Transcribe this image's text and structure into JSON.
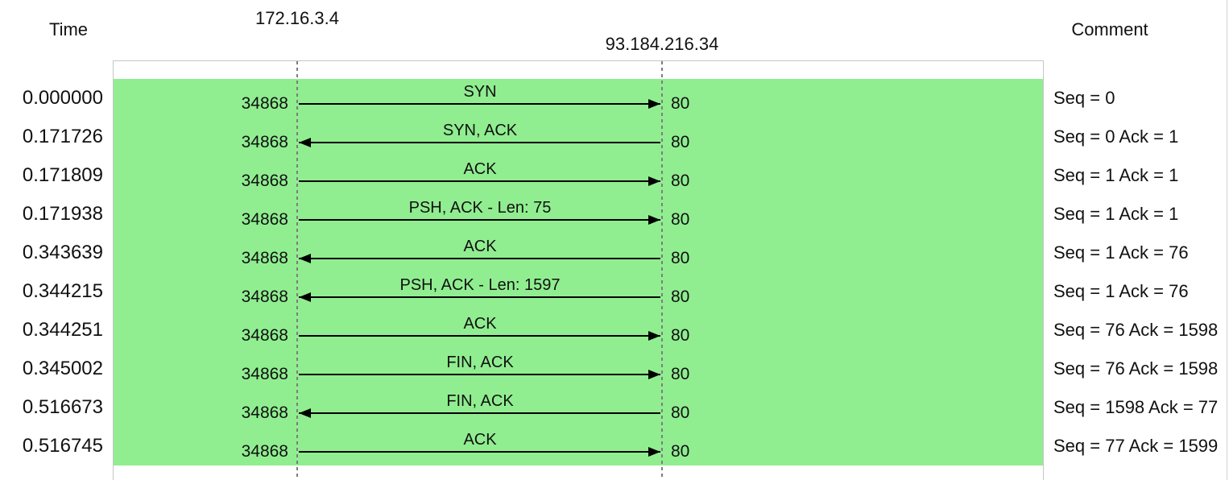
{
  "headers": {
    "time": "Time",
    "node_left_address": "172.16.3.4",
    "node_right_address": "93.184.216.34",
    "comment": "Comment"
  },
  "colors": {
    "flow_bg": "#90ee90",
    "border": "#c6c6c6",
    "dashed_line": "#7d7d7d",
    "arrow": "#000000",
    "text": "#111111"
  },
  "flows": [
    {
      "time": "0.000000",
      "port_left": "34868",
      "label": "SYN",
      "direction": "right",
      "port_right": "80",
      "comment": "Seq = 0"
    },
    {
      "time": "0.171726",
      "port_left": "34868",
      "label": "SYN, ACK",
      "direction": "left",
      "port_right": "80",
      "comment": "Seq = 0 Ack = 1"
    },
    {
      "time": "0.171809",
      "port_left": "34868",
      "label": "ACK",
      "direction": "right",
      "port_right": "80",
      "comment": "Seq = 1 Ack = 1"
    },
    {
      "time": "0.171938",
      "port_left": "34868",
      "label": "PSH, ACK - Len: 75",
      "direction": "right",
      "port_right": "80",
      "comment": "Seq = 1 Ack = 1"
    },
    {
      "time": "0.343639",
      "port_left": "34868",
      "label": "ACK",
      "direction": "left",
      "port_right": "80",
      "comment": "Seq = 1 Ack = 76"
    },
    {
      "time": "0.344215",
      "port_left": "34868",
      "label": "PSH, ACK - Len: 1597",
      "direction": "left",
      "port_right": "80",
      "comment": "Seq = 1 Ack = 76"
    },
    {
      "time": "0.344251",
      "port_left": "34868",
      "label": "ACK",
      "direction": "right",
      "port_right": "80",
      "comment": "Seq = 76 Ack = 1598"
    },
    {
      "time": "0.345002",
      "port_left": "34868",
      "label": "FIN, ACK",
      "direction": "right",
      "port_right": "80",
      "comment": "Seq = 76 Ack = 1598"
    },
    {
      "time": "0.516673",
      "port_left": "34868",
      "label": "FIN, ACK",
      "direction": "left",
      "port_right": "80",
      "comment": "Seq = 1598 Ack = 77"
    },
    {
      "time": "0.516745",
      "port_left": "34868",
      "label": "ACK",
      "direction": "right",
      "port_right": "80",
      "comment": "Seq = 77 Ack = 1599"
    }
  ]
}
